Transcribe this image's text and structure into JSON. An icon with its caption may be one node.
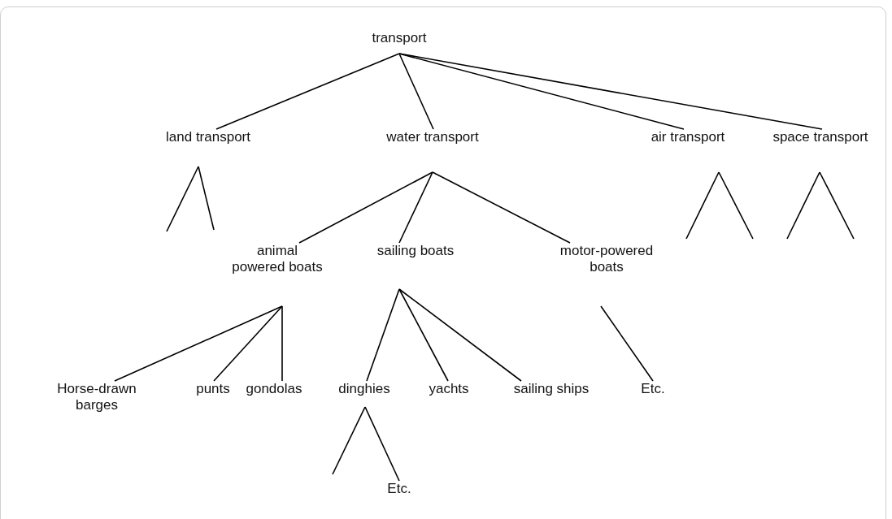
{
  "diagram": {
    "nodes": [
      {
        "text": [
          "transport"
        ]
      },
      {
        "text": [
          "land transport"
        ]
      },
      {
        "text": [
          "water transport"
        ]
      },
      {
        "text": [
          "air transport"
        ]
      },
      {
        "text": [
          "space transport"
        ]
      },
      {
        "text": [
          "animal powered boats"
        ]
      },
      {
        "text": [
          "sailing boats"
        ]
      },
      {
        "text": [
          "motor-powered boats"
        ]
      },
      {
        "text": [
          "Horse-drawn barges"
        ]
      },
      {
        "text": [
          "punts"
        ]
      },
      {
        "text": [
          "gondolas"
        ]
      },
      {
        "text": [
          "dinghies"
        ]
      },
      {
        "text": [
          "yachts"
        ]
      },
      {
        "text": [
          "sailing ships"
        ]
      },
      {
        "text": [
          "Etc."
        ]
      },
      {
        "text": [
          "Etc."
        ]
      }
    ],
    "edges": [
      {
        "from": 0,
        "to": 1,
        "arrow": "none"
      },
      {
        "from": 0,
        "to": 2,
        "arrow": "none"
      },
      {
        "from": 0,
        "to": 3,
        "arrow": "none"
      },
      {
        "from": 0,
        "to": 4,
        "arrow": "none"
      },
      {
        "from": 1,
        "to": null,
        "arrow": "none"
      },
      {
        "from": 1,
        "to": null,
        "arrow": "none"
      },
      {
        "from": 2,
        "to": 5,
        "arrow": "none"
      },
      {
        "from": 2,
        "to": 6,
        "arrow": "none"
      },
      {
        "from": 2,
        "to": 7,
        "arrow": "none"
      },
      {
        "from": 3,
        "to": null,
        "arrow": "none"
      },
      {
        "from": 3,
        "to": null,
        "arrow": "none"
      },
      {
        "from": 4,
        "to": null,
        "arrow": "none"
      },
      {
        "from": 4,
        "to": null,
        "arrow": "none"
      },
      {
        "from": 5,
        "to": 8,
        "arrow": "none"
      },
      {
        "from": 5,
        "to": 9,
        "arrow": "none"
      },
      {
        "from": 5,
        "to": 10,
        "arrow": "none"
      },
      {
        "from": 6,
        "to": 11,
        "arrow": "none"
      },
      {
        "from": 6,
        "to": 12,
        "arrow": "none"
      },
      {
        "from": 6,
        "to": 13,
        "arrow": "none"
      },
      {
        "from": 7,
        "to": 14,
        "arrow": "none"
      },
      {
        "from": 11,
        "to": null,
        "arrow": "none"
      },
      {
        "from": 11,
        "to": 15,
        "arrow": "none"
      }
    ]
  }
}
